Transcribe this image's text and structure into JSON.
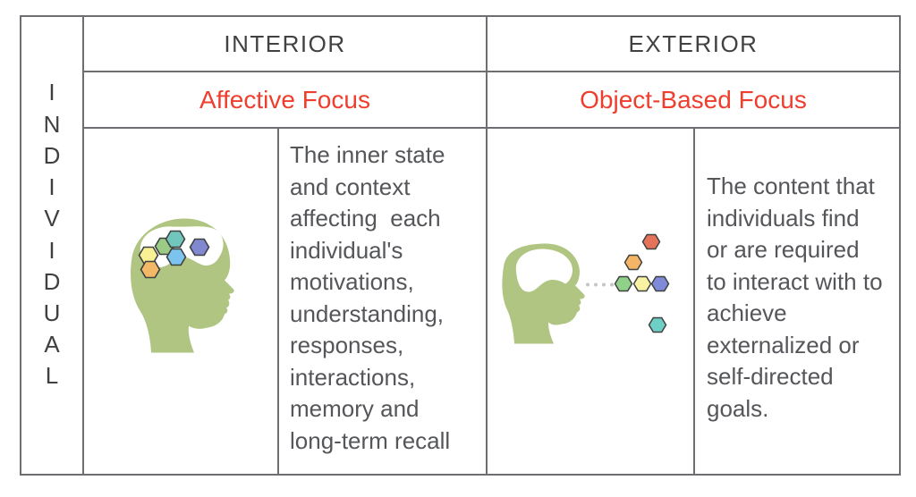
{
  "table": {
    "row_header": {
      "label": "INDIVIDUAL",
      "vertical_text": "I\nN\nD\nI\nV\nI\nD\nU\nA\nL"
    },
    "column_headers": [
      {
        "label": "INTERIOR"
      },
      {
        "label": "EXTERIOR"
      }
    ],
    "focus_row": [
      {
        "label": "Affective Focus"
      },
      {
        "label": "Object-Based Focus"
      }
    ],
    "cells": {
      "interior_description": "The inner state\nand context\naffecting  each\nindividual's\nmotivations,\nunderstanding,\nresponses,\ninteractions,\nmemory and\nlong-term recall",
      "exterior_description": "The content that\nindividuals find\nor are required\nto interact with to\nachieve\nexternalized or\nself-directed\ngoals."
    }
  },
  "colors": {
    "focus_label": "#ee3e2d",
    "column_header_text": "#414042",
    "body_text": "#55565a",
    "table_line": "#6d6e71",
    "head_green": "#afc581",
    "brain_white": "#ffffff",
    "hex_outline": "#3f4040",
    "dot_gray": "#c4c5c6"
  },
  "interior_illustration": {
    "name": "head-with-hexagons-in-brain",
    "hexagons": [
      {
        "name": "yellow",
        "color": "#f9f096"
      },
      {
        "name": "orange",
        "color": "#f4b967"
      },
      {
        "name": "green",
        "color": "#9ccb85"
      },
      {
        "name": "teal",
        "color": "#72c7bd"
      },
      {
        "name": "blue",
        "color": "#7cc4ef"
      },
      {
        "name": "purple",
        "color": "#8089d0"
      }
    ]
  },
  "exterior_illustration": {
    "name": "head-with-hexagons-outside",
    "hexagons": [
      {
        "name": "red",
        "color": "#e5735a"
      },
      {
        "name": "orange",
        "color": "#f5b566"
      },
      {
        "name": "green",
        "color": "#8fd188"
      },
      {
        "name": "yellow",
        "color": "#f7f3a3"
      },
      {
        "name": "purple",
        "color": "#7f8bd9"
      },
      {
        "name": "teal",
        "color": "#6ed0c5"
      }
    ]
  }
}
